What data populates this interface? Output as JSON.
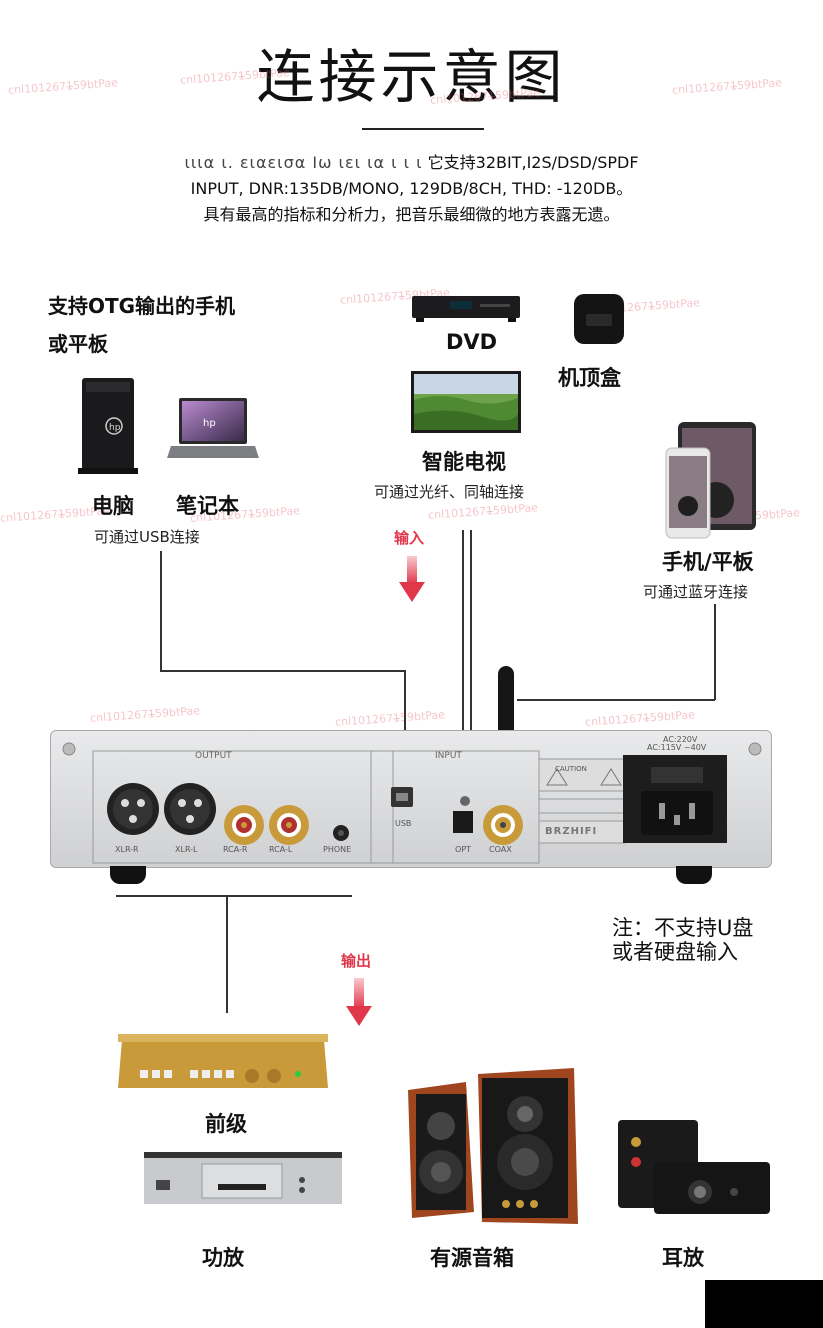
{
  "title": "连接示意图",
  "intro": {
    "line1_garbled": "ιιια ι. ειαεισα Ιω ιει ια ι ι ι",
    "line1_rest": "它支持32BIT,I2S/DSD/SPDF",
    "line2": "INPUT, DNR:135DB/MONO, 129DB/8CH, THD: -120DB。",
    "line3": "具有最高的指标和分析力，把音乐最细微的地方表露无遗。"
  },
  "watermark": "cnl1012671̶59btPae",
  "sources": {
    "otg_line1": "支持OTG输出的手机",
    "otg_line2": "或平板",
    "pc_label": "电脑",
    "laptop_label": "笔记本",
    "usb_note": "可通过USB连接",
    "dvd_label": "DVD",
    "stb_label": "机顶盒",
    "tv_label": "智能电视",
    "tv_note": "可通过光纤、同轴连接",
    "phone_label": "手机/平板",
    "bt_note": "可通过蓝牙连接"
  },
  "input_arrow": "输入",
  "output_arrow": "输出",
  "device": {
    "output_label": "OUTPUT",
    "input_label": "INPUT",
    "xlr_r": "XLR-R",
    "xlr_l": "XLR-L",
    "rca_r": "RCA-R",
    "rca_l": "RCA-L",
    "phone": "PHONE",
    "usb": "USB",
    "opt": "OPT",
    "coax": "COAX",
    "brand": "BRZHIFI",
    "ac_line1": "AC:220V",
    "ac_line2": "AC:115V ~40V",
    "caution": "CAUTION"
  },
  "note": {
    "line1": "注：不支持U盘",
    "line2": "或者硬盘输入"
  },
  "outputs": {
    "preamp_label": "前级",
    "amp_label": "功放",
    "speaker_label": "有源音箱",
    "headamp_label": "耳放"
  },
  "colors": {
    "arrow_red": "#e0384a",
    "chassis": "#d9dadb",
    "gold": "#c99a3a"
  }
}
